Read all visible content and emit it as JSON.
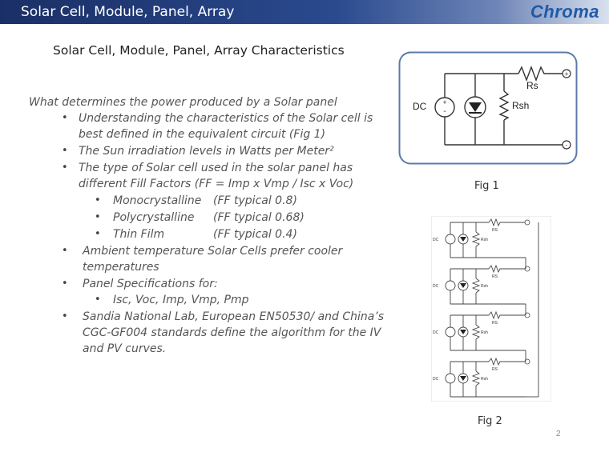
{
  "header": {
    "title": "Solar Cell, Module, Panel, Array",
    "logo": "Chroma"
  },
  "slide": {
    "title": "Solar Cell, Module, Panel, Array  Characteristics",
    "intro": "What determines the power produced by a Solar panel",
    "bullets": [
      "Understanding the characteristics of the Solar cell is",
      "best defined in the equivalent circuit (Fig 1)",
      "The Sun irradiation levels in Watts per Meter²",
      "The type of Solar cell used in the solar panel has",
      "different Fill Factors (FF = Imp x Vmp / Isc x Voc)",
      "Ambient temperature Solar Cells prefer cooler",
      "temperatures",
      "Panel Specifications for:",
      "Sandia National Lab, European EN50530/ and China’s",
      "CGC-GF004 standards define the algorithm for the IV",
      "and PV curves."
    ],
    "cell_types": [
      {
        "name": "Monocrystalline",
        "ff": "(FF typical 0.8)"
      },
      {
        "name": "Polycrystalline",
        "ff": "(FF typical 0.68)"
      },
      {
        "name": "Thin Film",
        "ff": "(FF typical 0.4)"
      }
    ],
    "panel_specs": "Isc, Voc, Imp, Vmp, Pmp"
  },
  "figures": {
    "fig1": {
      "caption": "Fig 1",
      "dc": "DC",
      "rs": "Rs",
      "rsh": "Rsh",
      "plus": "+",
      "minus": "-"
    },
    "fig2": {
      "caption": "Fig 2",
      "dc": "DC",
      "rs": "RS",
      "rsh": "Rsh"
    }
  },
  "page_number": "2"
}
